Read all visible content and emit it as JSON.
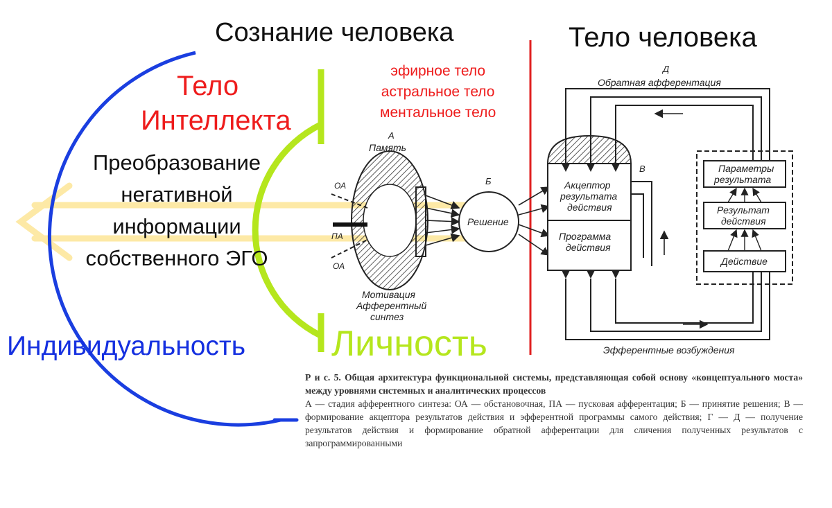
{
  "labels": {
    "consciousness": "Сознание человека",
    "human_body": "Тело человека",
    "intellect_body_1": "Тело",
    "intellect_body_2": "Интеллекта",
    "transformation": "Преобразование негативной информации собственного ЭГО",
    "subtle_bodies": [
      "эфирное тело",
      "астральное тело",
      "ментальное тело"
    ],
    "individuality": "Индивидуальность",
    "personality": "Личность"
  },
  "diagram": {
    "a_letter": "А",
    "memory": "Память",
    "oa_top": "ОА",
    "pa": "ПА",
    "oa_bottom": "ОА",
    "motivation": [
      "Мотивация",
      "Афферентный",
      "синтез"
    ],
    "b_letter": "Б",
    "decision": "Решение",
    "v_letter": "В",
    "d_letter": "Д",
    "feedback": "Обратная афферентация",
    "acceptor": [
      "Акцептор",
      "результата",
      "действия"
    ],
    "program": [
      "Программа",
      "действия"
    ],
    "params": [
      "Параметры",
      "результата"
    ],
    "result": [
      "Результат",
      "действия"
    ],
    "action": "Действие",
    "efferent": "Эфферентные возбуждения"
  },
  "caption": {
    "title": "Р и с. 5. Общая архитектура функциональной системы, представляющая собой основу «концептуального моста» между уровнями системных и аналитических процессов",
    "body": "А — стадия афферентного синтеза: ОА — обстановочная, ПА — пусковая афферентация; Б — принятие решения; В — формирование акцептора результатов действия и эфферентной программы самого действия; Г — Д — получение результатов действия и формирование обратной афферентации для сличения полученных результатов с запрограммированными"
  },
  "colors": {
    "blue_arc": "#1a3ee0",
    "green_arc": "#b5e61d",
    "red_line": "#e02020",
    "arrow_yellow": "#fde9a6"
  }
}
